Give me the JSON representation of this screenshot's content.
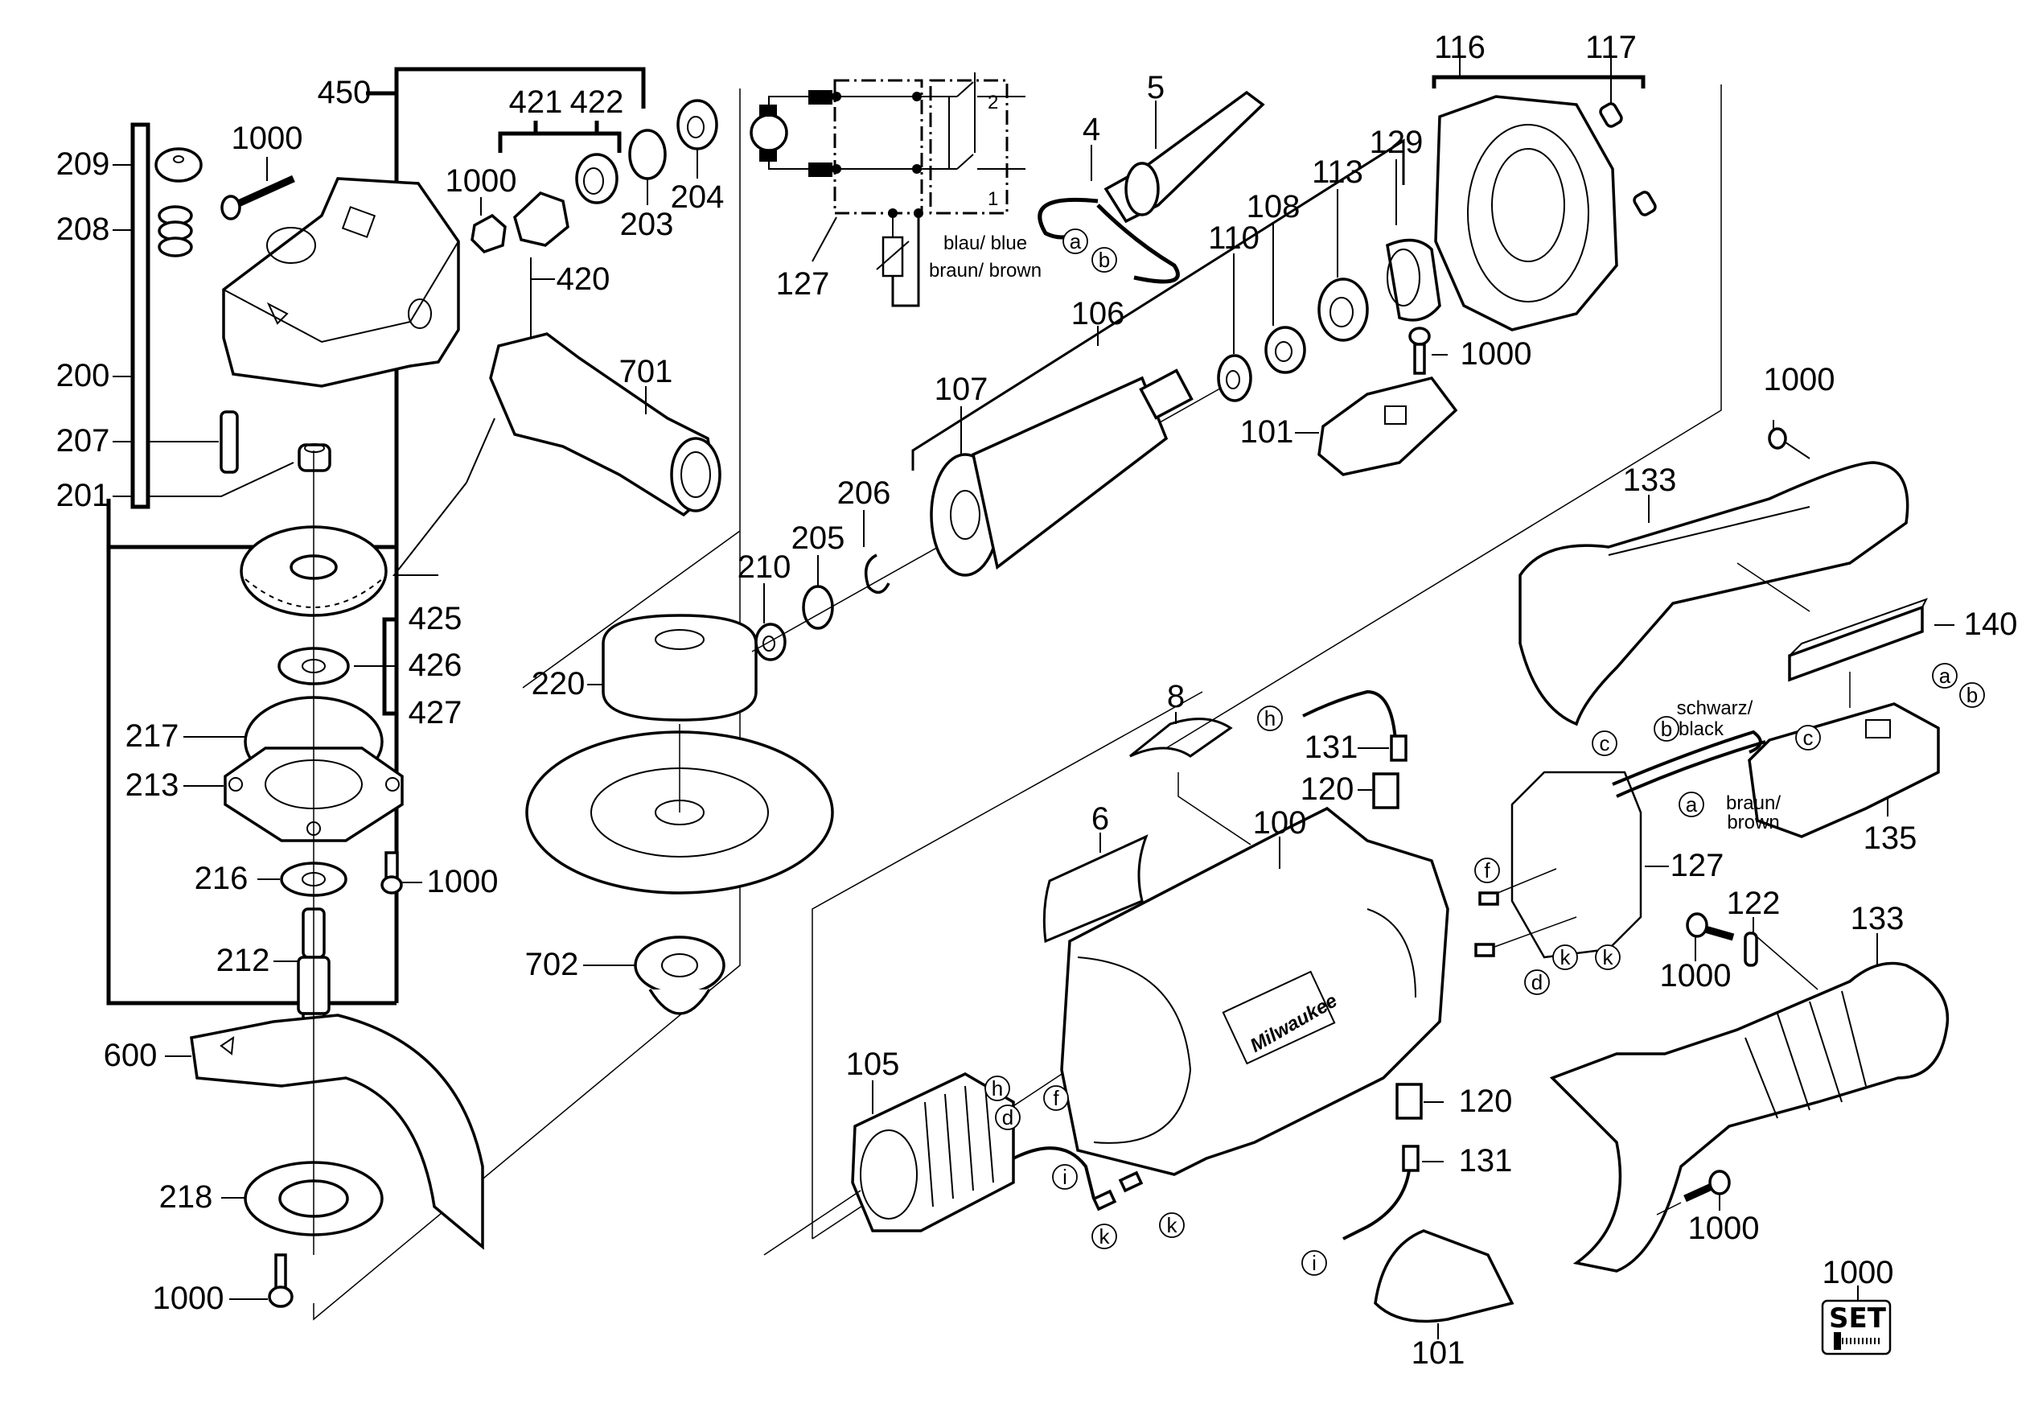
{
  "diagram": {
    "title": "Angle grinder exploded parts diagram",
    "line_color": "#000000",
    "background": "#ffffff",
    "part_labels": [
      "450",
      "421",
      "422",
      "1000",
      "209",
      "208",
      "1000",
      "203",
      "204",
      "420",
      "200",
      "701",
      "207",
      "201",
      "425",
      "426",
      "427",
      "217",
      "213",
      "216",
      "1000",
      "212",
      "600",
      "218",
      "1000",
      "220",
      "702",
      "210",
      "205",
      "206",
      "107",
      "106",
      "127",
      "4",
      "5",
      "110",
      "108",
      "113",
      "129",
      "116",
      "117",
      "1000",
      "101",
      "1000",
      "133",
      "140",
      "135",
      "8",
      "131",
      "120",
      "6",
      "100",
      "127",
      "122",
      "133",
      "1000",
      "105",
      "120",
      "131",
      "101",
      "1000",
      "1000"
    ],
    "wire_labels": [
      {
        "text": "blau/ blue"
      },
      {
        "text": "braun/ brown"
      },
      {
        "text": "schwarz/"
      },
      {
        "text": "black"
      },
      {
        "text": "braun/"
      },
      {
        "text": "brown"
      }
    ],
    "connector_callouts": [
      "a",
      "b",
      "a",
      "b",
      "h",
      "c",
      "b",
      "c",
      "a",
      "f",
      "k",
      "k",
      "d",
      "h",
      "d",
      "f",
      "i",
      "k",
      "k",
      "i"
    ],
    "schematic": {
      "switch_terminal_1": "1",
      "switch_terminal_2": "2"
    },
    "set_badge": {
      "label": "SET",
      "part_number": "1000",
      "icon": "screw-icon"
    },
    "brand_marking": "Milwaukee"
  }
}
